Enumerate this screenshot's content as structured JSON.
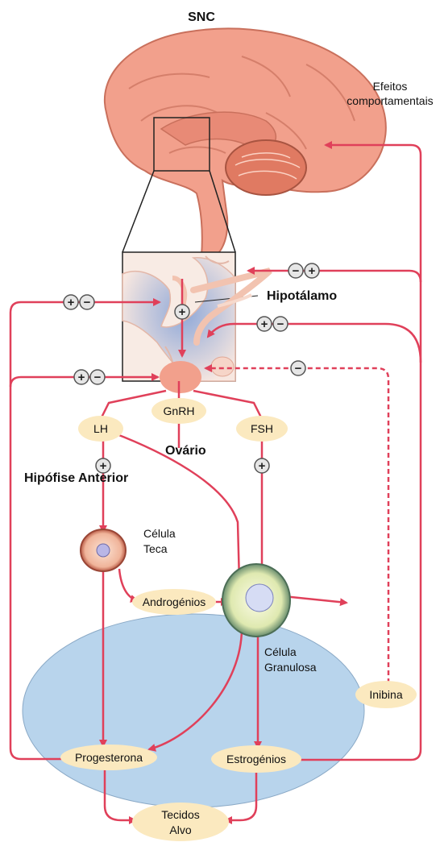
{
  "labels": {
    "snc": "SNC",
    "efeitos_1": "Efeitos",
    "efeitos_2": "comportamentais",
    "hipotalamo": "Hipotálamo",
    "gnrh": "GnRH",
    "hipofise": "Hipófise Anterior",
    "lh": "LH",
    "fsh": "FSH",
    "ovario": "Ovário",
    "celula_teca_1": "Célula",
    "celula_teca_2": "Teca",
    "androgenios": "Androgénios",
    "inibina": "Inibina",
    "celula_granulosa_1": "Célula",
    "celula_granulosa_2": "Granulosa",
    "progesterona": "Progesterona",
    "estrogenios": "Estrogénios",
    "tecidos_1": "Tecidos",
    "tecidos_2": "Alvo"
  },
  "signs": {
    "plus": "+",
    "minus": "−"
  },
  "colors": {
    "arrow": "#e0405a",
    "oval_fill": "#b8d4ec",
    "label_bg": "#fbe9bf",
    "brain": "#f2a08c",
    "brain_dark": "#c9705c",
    "cerebellum": "#e07a62",
    "hypo_blue": "#9bb6de"
  }
}
